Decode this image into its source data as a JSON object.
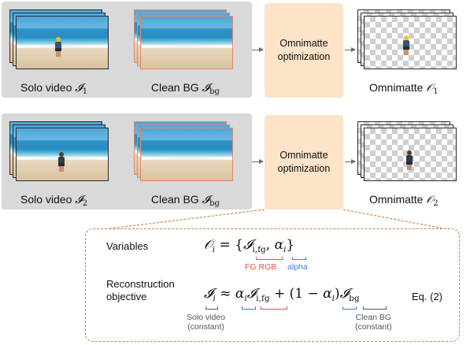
{
  "rows": [
    {
      "solo_label": "Solo video",
      "solo_symbol": "𝓘",
      "solo_sub": "1",
      "bg_label": "Clean BG",
      "bg_symbol": "𝓘",
      "bg_sub": "bg",
      "opt_label_line1": "Omnimatte",
      "opt_label_line2": "optimization",
      "out_label": "Omnimatte",
      "out_symbol": "𝒪",
      "out_sub": "1"
    },
    {
      "solo_label": "Solo video",
      "solo_symbol": "𝓘",
      "solo_sub": "2",
      "bg_label": "Clean BG",
      "bg_symbol": "𝓘",
      "bg_sub": "bg",
      "opt_label_line1": "Omnimatte",
      "opt_label_line2": "optimization",
      "out_label": "Omnimatte",
      "out_symbol": "𝒪",
      "out_sub": "2"
    }
  ],
  "detail": {
    "variables_label": "Variables",
    "variables_eq": {
      "lhs": "𝒪",
      "lhs_sub": "i",
      "mid": "= {",
      "term1": "𝓘",
      "term1_sub": "i,fg",
      "comma": ",",
      "term2": "α",
      "term2_sub": "i",
      "close": "}"
    },
    "fg_rgb_label": "FG RGB",
    "alpha_label": "alpha",
    "recon_label_line1": "Reconstruction",
    "recon_label_line2": "objective",
    "recon_eq": {
      "lhs": "𝓘",
      "lhs_sub": "i",
      "approx": "≈",
      "a1": "α",
      "a1_sub": "i",
      "fg": "𝓘",
      "fg_sub": "i,fg",
      "plus": "+ (1 −",
      "a2": "α",
      "a2_sub": "i",
      "paren": ")",
      "bg": "𝓘",
      "bg_sub": "bg"
    },
    "eq_ref": "Eq. (2)",
    "solo_note_line1": "Solo video",
    "solo_note_line2": "(constant)",
    "bg_note_line1": "Clean BG",
    "bg_note_line2": "(constant)"
  },
  "colors": {
    "panel_gray": "#d9d9d9",
    "opt_box": "#fde3c8",
    "frame_orange": "#e8866a",
    "dash_border": "#c08a4a",
    "fg_red": "#e0533a",
    "alpha_blue": "#3a7be0"
  }
}
